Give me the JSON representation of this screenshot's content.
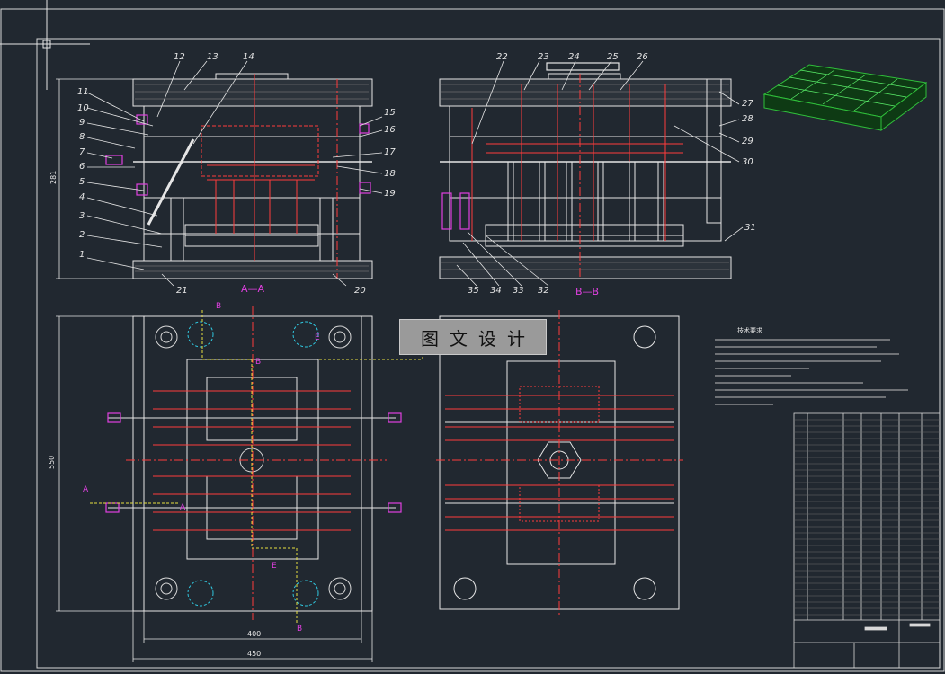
{
  "watermark": "图文设计",
  "section_labels": {
    "a_a": "A—A",
    "b_b": "B—B"
  },
  "cut_markers": [
    "A",
    "A",
    "B",
    "B",
    "B",
    "E",
    "E"
  ],
  "dimensions": {
    "height_281": "281",
    "height_550": "550",
    "width_400": "400",
    "width_450": "450"
  },
  "part_numbers_left": [
    "1",
    "2",
    "3",
    "4",
    "5",
    "6",
    "7",
    "8",
    "9",
    "10",
    "11",
    "12",
    "13",
    "14",
    "15",
    "16",
    "17",
    "18",
    "19",
    "20",
    "21"
  ],
  "part_numbers_right": [
    "22",
    "23",
    "24",
    "25",
    "26",
    "27",
    "28",
    "29",
    "30",
    "31",
    "32",
    "33",
    "34",
    "35"
  ],
  "tech_requirements_title": "技术要求",
  "colors": {
    "background": "#212830",
    "line_white": "#e6e6e6",
    "line_red": "#ff3b3b",
    "line_magenta": "#e040e0",
    "line_yellow": "#e8e040",
    "line_cyan": "#30c8e0",
    "model_green": "#2fbf3a"
  }
}
